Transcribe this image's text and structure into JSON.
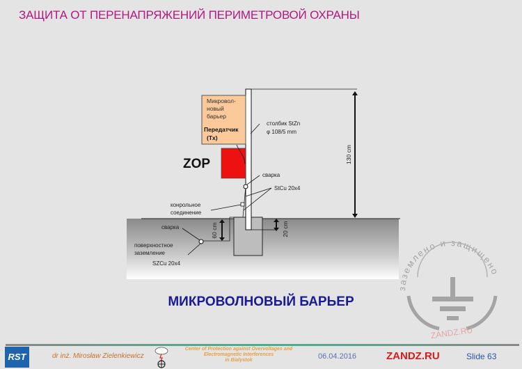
{
  "title": "ЗАЩИТА ОТ ПЕРЕНАПРЯЖЕНИЙ ПЕРИМЕТРОВОЙ ОХРАНЫ",
  "subtitle": "МИКРОВОЛНОВЫЙ БАРЬЕР",
  "diagram": {
    "box_label_1": "Микровол-",
    "box_label_2": "новый",
    "box_label_3": "барьер",
    "box_label_4": "Передатчик",
    "box_label_5": "(Tx)",
    "zop": "ZOP",
    "pole_label_1": "столбик StZn",
    "pole_label_2": "φ 108/5 mm",
    "weld_top": "сварка",
    "strip": "StCu 20x4",
    "control_1": "конрольное",
    "control_2": "соединение",
    "weld_ground": "сварка",
    "surface_1": "поверхностное",
    "surface_2": "заземление",
    "surface_strip": "SZCu 20x4",
    "dim_height": "130 cm",
    "dim_depth": "60 cm",
    "dim_foundation": "20 cm",
    "colors": {
      "box": "#fcc99b",
      "zop": "#ee1111",
      "foundation": "#bdbdbd"
    }
  },
  "watermark": {
    "arc_text": "заземлено и защищено",
    "site": "ZANDZ.RU"
  },
  "footer": {
    "logo": "RST",
    "author": "dr inż. Mirosław Zielenkiewicz",
    "center_1": "Center of Protection against Overvoltages and",
    "center_2": "Electromagnetic Interferences",
    "center_3": "in Bialystok",
    "date": "06.04.2016",
    "brand": "ZANDZ.RU",
    "slide": "Slide 63"
  }
}
